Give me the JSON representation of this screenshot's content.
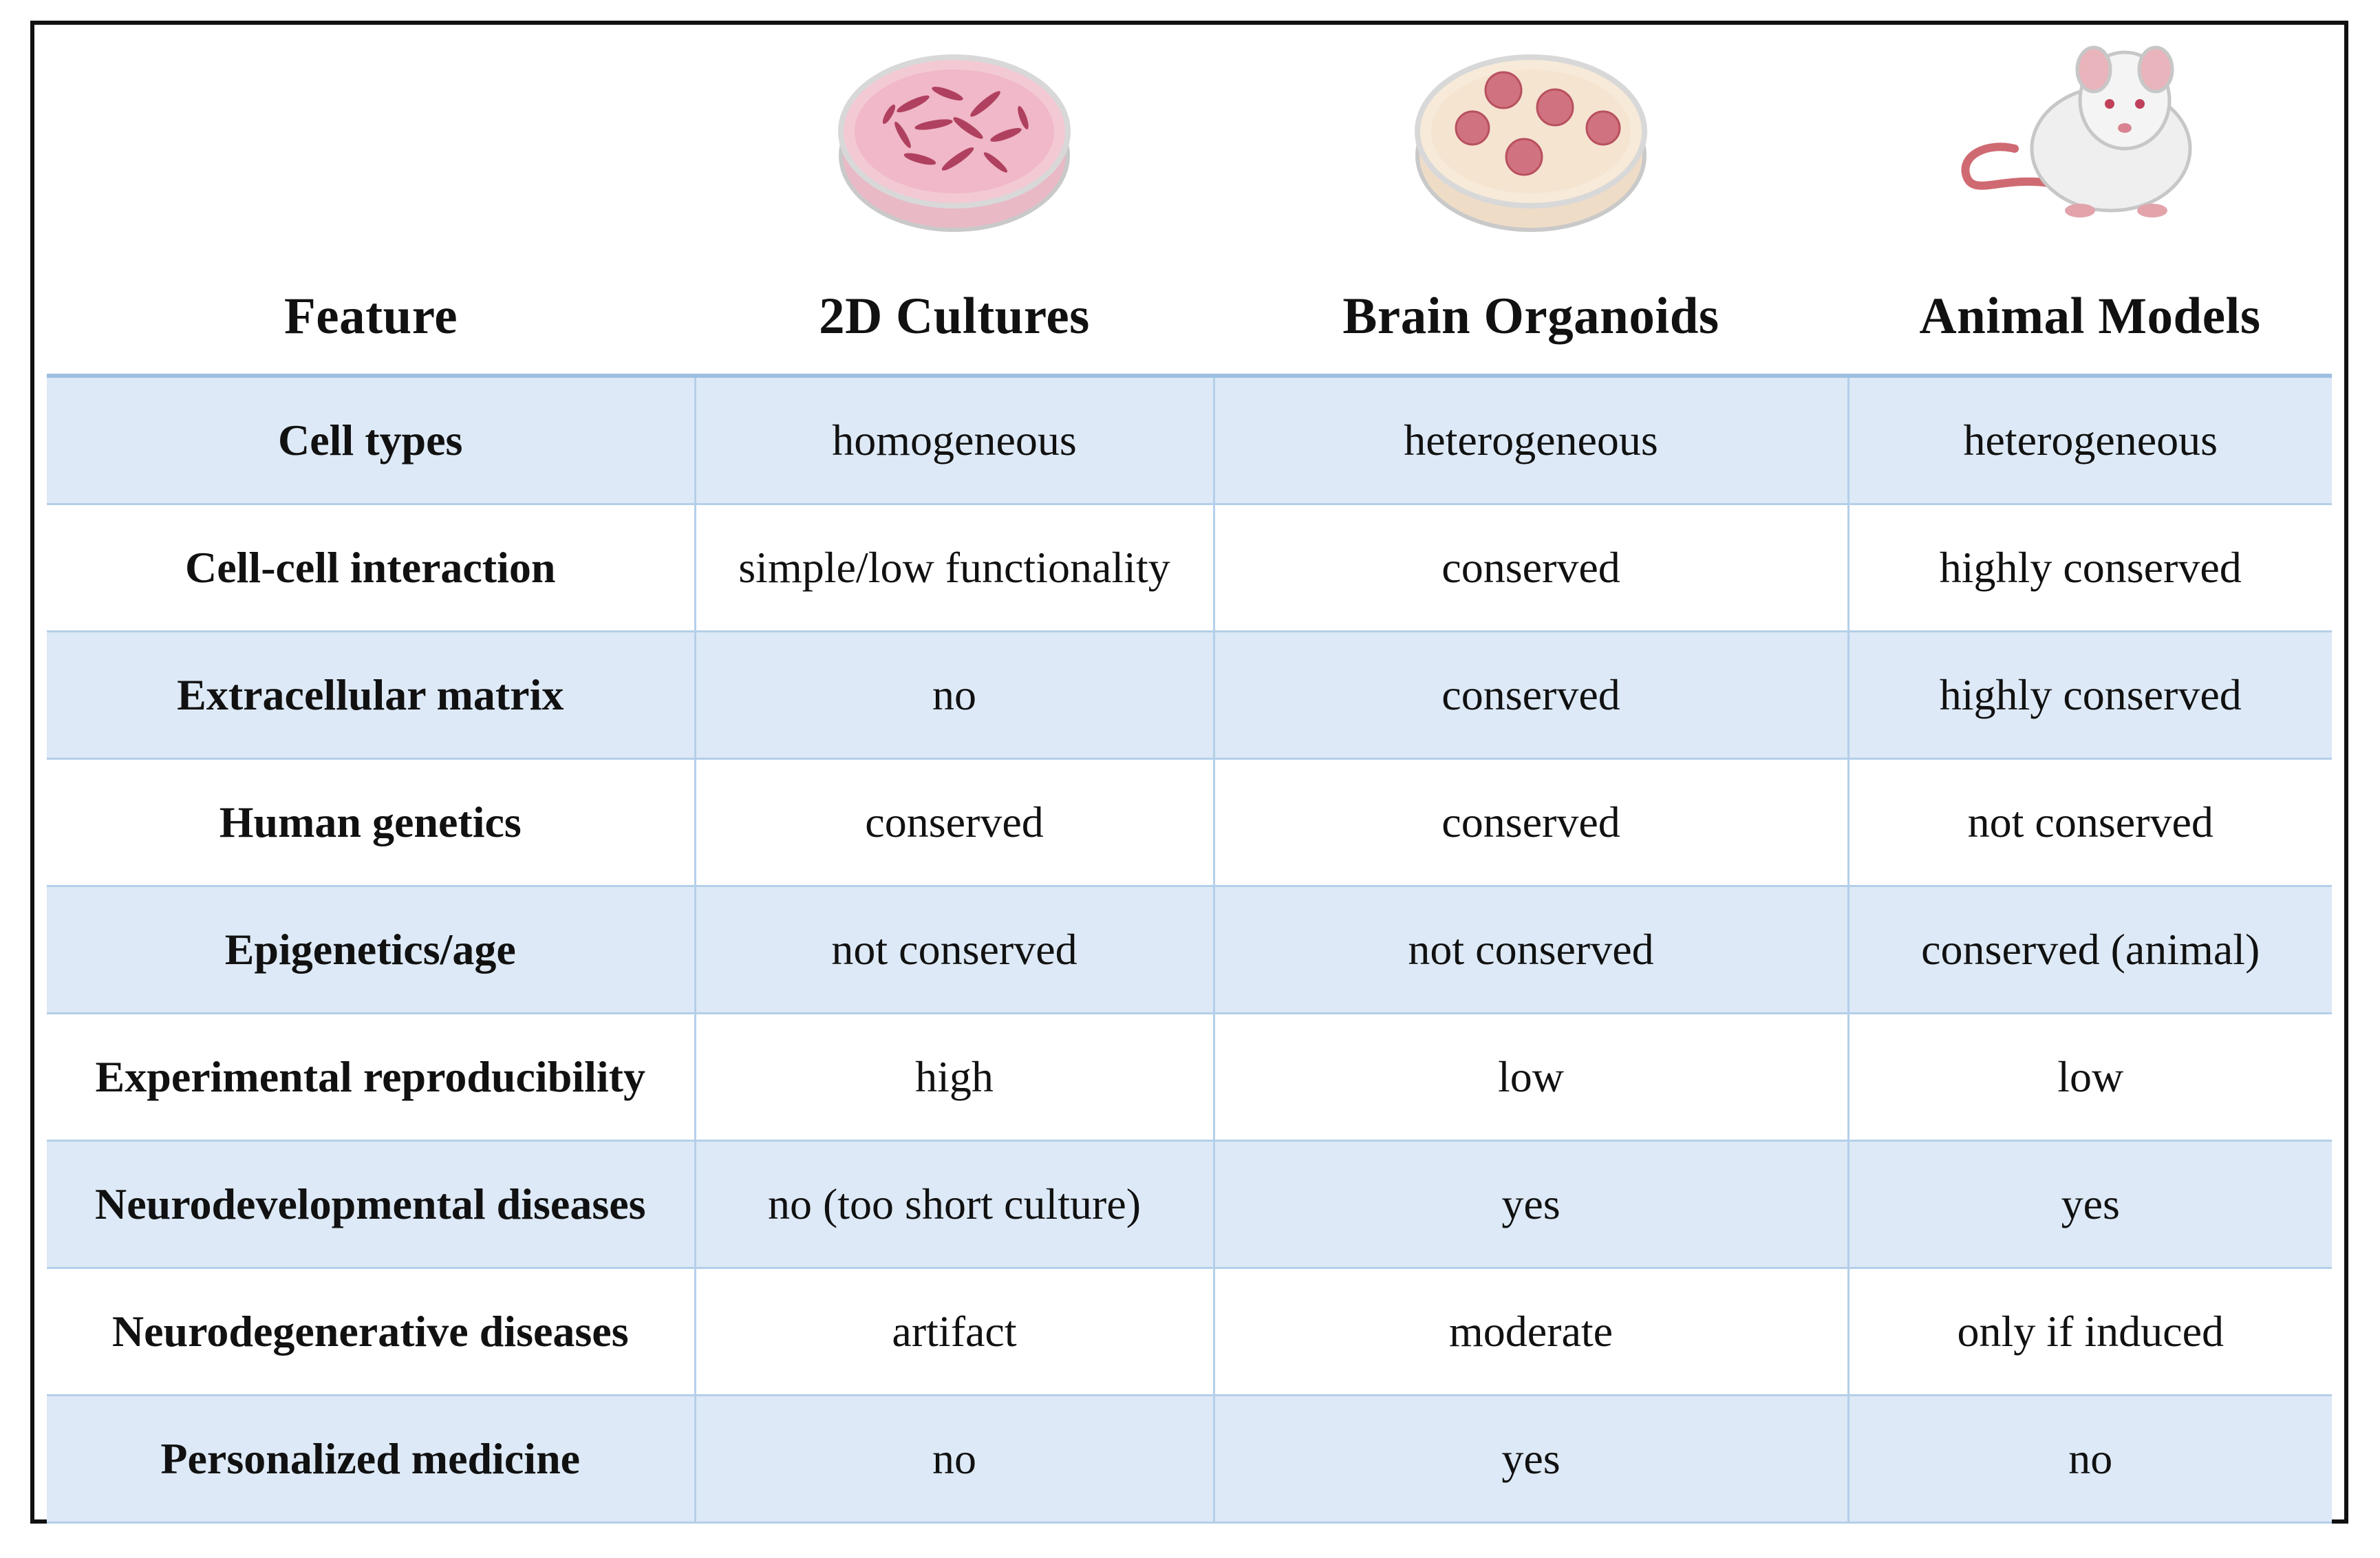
{
  "table": {
    "headers": [
      "Feature",
      "2D Cultures",
      "Brain Organoids",
      "Animal Models"
    ],
    "icons": [
      "petri-dish-2d-culture-icon",
      "petri-dish-organoids-icon",
      "mouse-icon"
    ],
    "rows": [
      [
        "Cell types",
        "homogeneous",
        "heterogeneous",
        "heterogeneous"
      ],
      [
        "Cell-cell interaction",
        "simple/low functionality",
        "conserved",
        "highly conserved"
      ],
      [
        "Extracellular matrix",
        "no",
        "conserved",
        "highly conserved"
      ],
      [
        "Human genetics",
        "conserved",
        "conserved",
        "not conserved"
      ],
      [
        "Epigenetics/age",
        "not conserved",
        "not conserved",
        "conserved (animal)"
      ],
      [
        "Experimental reproducibility",
        "high",
        "low",
        "low"
      ],
      [
        "Neurodevelopmental diseases",
        "no (too short culture)",
        "yes",
        "yes"
      ],
      [
        "Neurodegenerative diseases",
        "artifact",
        "moderate",
        "only if induced"
      ],
      [
        "Personalized medicine",
        "no",
        "yes",
        "no"
      ]
    ]
  },
  "colors": {
    "header_rule": "#9cbfe0",
    "stripe_row": "#dde9f6",
    "cell_border": "#b4cfe9",
    "frame": "#111111"
  }
}
